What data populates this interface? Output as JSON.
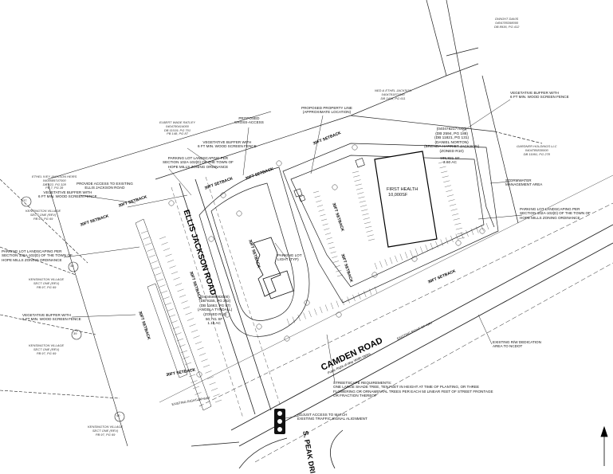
{
  "roads": {
    "ellis_jackson": "ELLIS JACKSON ROAD",
    "camden": "CAMDEN ROAD",
    "camden_sub": "Public Right-of-Way Width Varies",
    "peak": "S. PEAK DRI"
  },
  "owners": {
    "dwight": "DWIGHT DAVIS\n0404785398000\nDB 8936, PG 412",
    "ned": "NED & ETHEL JACKSON\n0404781871000\nDB 2418, PG 611",
    "albert": "ELBERT WADE RATLEY\n0404780414000\nDB 11019, PG 701\nPB 148, PG 87",
    "ethel": "ETHEL IVEY JACKSON HEIRS\n0404689747000\nDB 822, PG 328\nPB 7, PG 28",
    "gardner": "GARDNER HOLDINGS LLC\n0404785830000\nDB 11991, PG 278",
    "kv1": "KENSINGTON VILLAGE\nSECT ONE (REV)\nPB 97, PG 69",
    "kv2": "KENSINGTON VILLAGE\nSECT ONE (REV)\nPB 97, PG 69",
    "kv3": "KENSINGTON VILLAGE\nSECT ONE (REV)\nPB 97, PG 69",
    "kv4": "KENSINGTON VILLAGE\nSECT ONE (REV)\nPB 97, PG 69"
  },
  "parcels": {
    "north": "(0404782177000)\n(DB 2594, PG 188)\n(DB 11821, PG 131)\n(DANIEL NORTON)\n(BRENDA HARRIET JACKSON)\n(ZONED R10)",
    "north_area": "185,821 SF\n3.60 AC",
    "west": "(0404689083000)\n(DB 9155, PG 262)\n(DB 11663, PG 57)\n(ANGELA TYNDALL)\n(ZONED R10)",
    "west_area": "50,741 SF\n1.16 AC"
  },
  "building": {
    "name": "FIRST HEALTH",
    "area": "10,000SF"
  },
  "notes": {
    "cross_access": "PROPOSED\nCROSS-ACCESS",
    "property_line": "PROPOSED PROPERTY LINE\n(APPROXIMATE LOCATION)",
    "veg_buffer_ne": "VEGETATIVE BUFFER WITH\n6 FT MIN. WOOD SCREEN FENCE",
    "veg_buffer_n": "VEGETATIVE BUFFER WITH\n6 FT MIN. WOOD SCREEN FENCE",
    "veg_buffer_nw": "VEGETATIVE BUFFER WITH\n6 FT MIN. WOOD SCREEN FENCE",
    "veg_buffer_w": "VEGETATIVE BUFFER WITH\n6 FT MIN. WOOD SCREEN FENCE",
    "parking_landscape_n": "PARKING LOT LANDSCAPING PER\nSECTION 102A-102(D) OF THE TOWN OF\nHOPE MILLS ZONING ORDINANCE",
    "parking_landscape_w": "PARKING LOT LANDSCAPING PER\nSECTION 102A-102(D) OF THE TOWN OF\nHOPE MILLS ZONING ORDINANCE",
    "parking_landscape_e": "PARKING LOT LANDSCAPING PER\nSECTION 102A-102(D) OF THE TOWN OF\nHOPE MILLS ZONING ORDINANCE",
    "provide_access": "PROVIDE ACCESS TO EXISTING\nELLIS JACKSON ROAD",
    "stormwater": "STORMWATER\nMANAGEMENT AREA",
    "row_dedication": "EXISTING R/W DEDICATION\nAREA TO NCDOT",
    "streetscape": "STREETSCAPE REQUIREMENTS:\nONE LARGE SHADE TREE, TEN FEET IN HEIGHT AT TIME OF PLANTING, OR THREE\nFLOWERING OR ORNAMENTAL TREES PER EACH 50 LINEAR FEET OF STREET FRONTAGE\nOR FRACTION THEREOF",
    "signal": "ADJUST ACCESS TO MATCH\nEXISTING TRAFFIC SIGNAL ALIGNMENT",
    "parking_light": "PARKING LOT\nLIGHT (TYP)"
  },
  "setbacks": {
    "s1": "30FT SETBACK",
    "s2": "30FT SETBACK",
    "s3": "30FT SETBACK",
    "s4": "30FT SETBACK",
    "s5": "30FT SETBACK",
    "s6": "30FT SETBACK",
    "s7": "30FT SETBACK",
    "s8": "30FT SETBACK",
    "s9": "30FT SETBACK",
    "s10": "30FT SETBACK",
    "s11": "30FT SETBACK",
    "s12": "30FT SETBACK"
  },
  "lot_numbers": {
    "l37": "37",
    "l38": "38",
    "l39": "39",
    "l40": "40"
  },
  "misc": {
    "row_label_e": "EXISTING RIGHT-OF-WAY",
    "row_label_w": "EXISTING RIGHT-OF-WAY"
  }
}
